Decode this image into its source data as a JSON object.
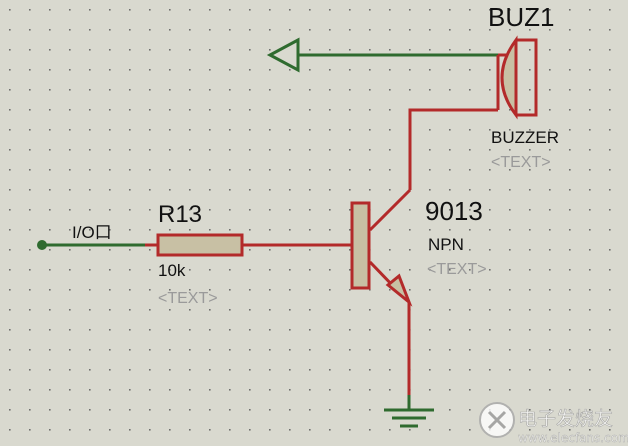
{
  "colors": {
    "background": "#d9d9cf",
    "grid_dot": "#6e6e6e",
    "wire_green": "#2f6b2f",
    "wire_red": "#b32a2a",
    "body_fill": "#c8c0a4",
    "text": "#111111",
    "placeholder": "#9a9a9a"
  },
  "buzzer": {
    "ref": "BUZ1",
    "type": "BUZZER",
    "text": "<TEXT>"
  },
  "transistor": {
    "ref": "9013",
    "type": "NPN",
    "text": "<TEXT>"
  },
  "resistor": {
    "ref": "R13",
    "value": "10k",
    "text": "<TEXT>"
  },
  "input": {
    "label": "I/O口"
  },
  "power_arrow": {
    "icon": "power-terminal-arrow-icon"
  },
  "ground": {
    "icon": "ground-icon"
  },
  "watermark": {
    "icon": "electronic-enthusiast-logo-icon",
    "name": "电子发烧友",
    "url": "www.elecfans.com"
  }
}
